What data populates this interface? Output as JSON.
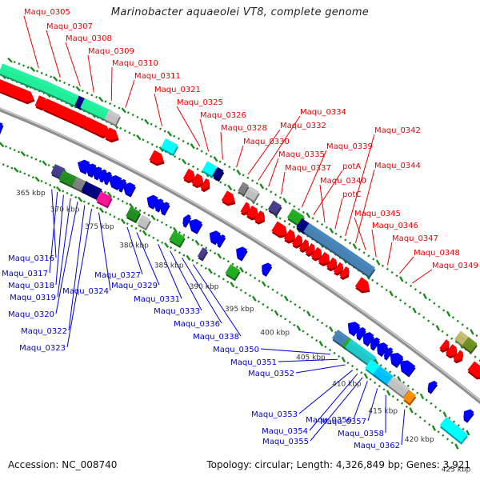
{
  "title": "Marinobacter aquaeolei VT8, complete genome",
  "footer": {
    "accession": "Accession: NC_008740",
    "summary": "Topology: circular; Length: 4,326,849 bp; Genes: 3,921"
  },
  "colors": {
    "forward_label": "#ee0000",
    "reverse_label": "#0000dd",
    "backbone": "#999999",
    "tick": "#1a8a1a",
    "red_cds": "#ff0000",
    "blue_cds": "#0000ff",
    "aquamarine": "#22ee99",
    "navy": "#000080",
    "silver": "#c0c0c0",
    "gray": "#808080",
    "cyan": "#00ffff",
    "steelblue": "#4682b4",
    "green": "#22aa22",
    "darkgreen": "#228b22",
    "slateblue": "#483d8b",
    "pink": "#ff1493",
    "orange": "#ff8c00",
    "olive": "#6b8e23",
    "khaki": "#bdb76b",
    "turquoise": "#20c8c8",
    "deepskyblue": "#00bfff"
  },
  "kbp_ticks": [
    "365 kbp",
    "370 kbp",
    "375 kbp",
    "380 kbp",
    "385 kbp",
    "390 kbp",
    "395 kbp",
    "400 kbp",
    "405 kbp",
    "410 kbp",
    "415 kbp",
    "420 kbp",
    "425 kbp"
  ],
  "forward_labels": [
    "Maqu_0305",
    "Maqu_0307",
    "Maqu_0308",
    "Maqu_0309",
    "Maqu_0310",
    "Maqu_0311",
    "Maqu_0321",
    "Maqu_0325",
    "Maqu_0326",
    "Maqu_0328",
    "Maqu_0330",
    "Maqu_0332",
    "Maqu_0334",
    "Maqu_0335",
    "Maqu_0337",
    "Maqu_0339",
    "potA",
    "Maqu_0340",
    "potC",
    "Maqu_0342",
    "Maqu_0344",
    "Maqu_0345",
    "Maqu_0346",
    "Maqu_0347",
    "Maqu_0348",
    "Maqu_0349"
  ],
  "reverse_labels": [
    "Maqu_0316",
    "Maqu_0317",
    "Maqu_0318",
    "Maqu_0319",
    "Maqu_0320",
    "Maqu_0322",
    "Maqu_0323",
    "Maqu_0324",
    "Maqu_0327",
    "Maqu_0329",
    "Maqu_0331",
    "Maqu_0333",
    "Maqu_0336",
    "Maqu_0338",
    "Maqu_0350",
    "Maqu_0351",
    "Maqu_0352",
    "Maqu_0353",
    "Maqu_0354",
    "Maqu_0355",
    "Maqu_0356",
    "Maqu_0357",
    "Maqu_0358",
    "Maqu_0362"
  ]
}
